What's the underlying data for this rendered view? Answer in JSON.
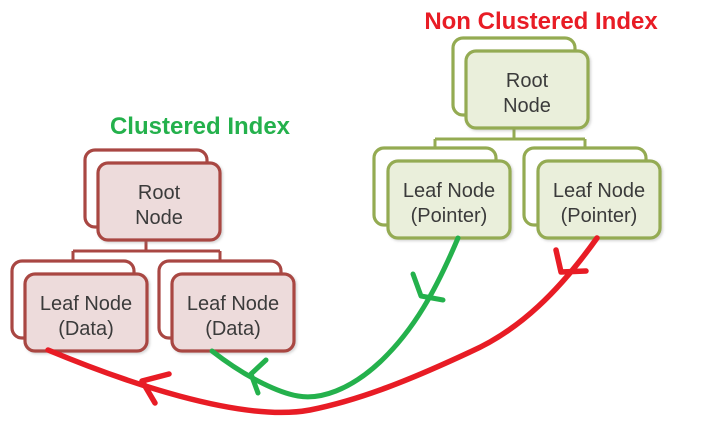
{
  "titles": {
    "clustered": "Clustered Index",
    "non_clustered": "Non Clustered Index"
  },
  "clustered_tree": {
    "root": {
      "line1": "Root",
      "line2": "Node"
    },
    "left_leaf": {
      "line1": "Leaf Node",
      "line2": "(Data)"
    },
    "right_leaf": {
      "line1": "Leaf Node",
      "line2": "(Data)"
    }
  },
  "non_clustered_tree": {
    "root": {
      "line1": "Root",
      "line2": "Node"
    },
    "left_leaf": {
      "line1": "Leaf Node",
      "line2": "(Pointer)"
    },
    "right_leaf": {
      "line1": "Leaf Node",
      "line2": "(Pointer)"
    }
  },
  "colors": {
    "red_accent": "#e81c25",
    "green_accent": "#24b14c",
    "red_border": "#a94743",
    "red_fill": "#eddbdb",
    "green_border": "#94ab52",
    "green_fill": "#eaefdb",
    "node_text": "#3b3b3b"
  }
}
